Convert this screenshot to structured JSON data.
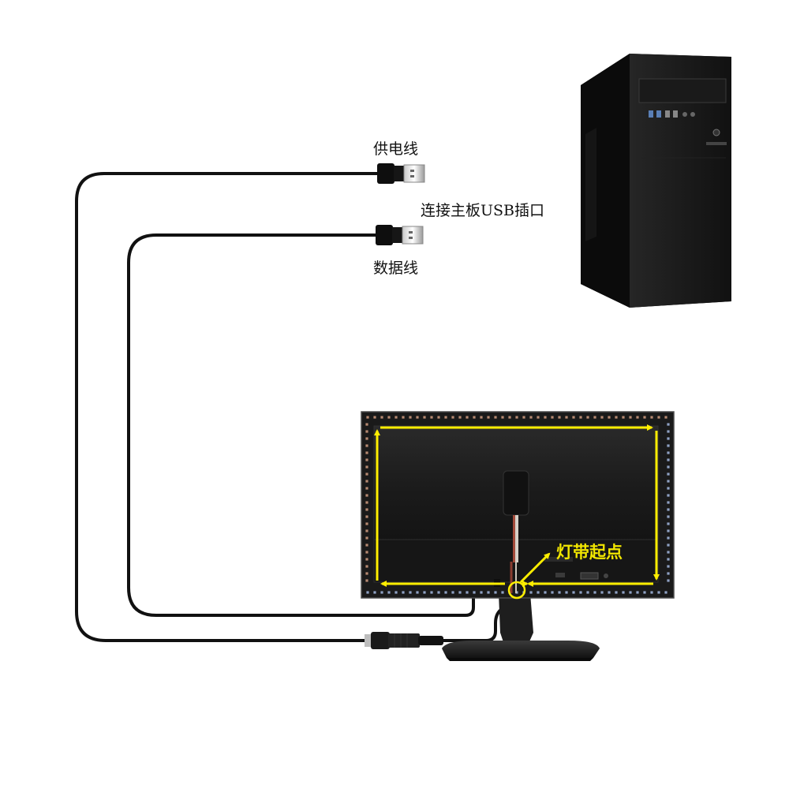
{
  "labels": {
    "power_cable": "供电线",
    "connect_usb": "连接主板USB插口",
    "data_cable": "数据线",
    "strip_start": "灯带起点"
  },
  "colors": {
    "cable": "#111111",
    "arrow": "#ffee00",
    "monitor": "#1c1c1c",
    "led_warm": "#b88a72",
    "led_cool": "#8fa2c4"
  },
  "icons": {
    "pc": "tower-pc-icon",
    "usb": "usb-plug-icon",
    "dc": "dc-jack-icon",
    "monitor": "monitor-back-icon",
    "controller": "controller-box-icon"
  }
}
